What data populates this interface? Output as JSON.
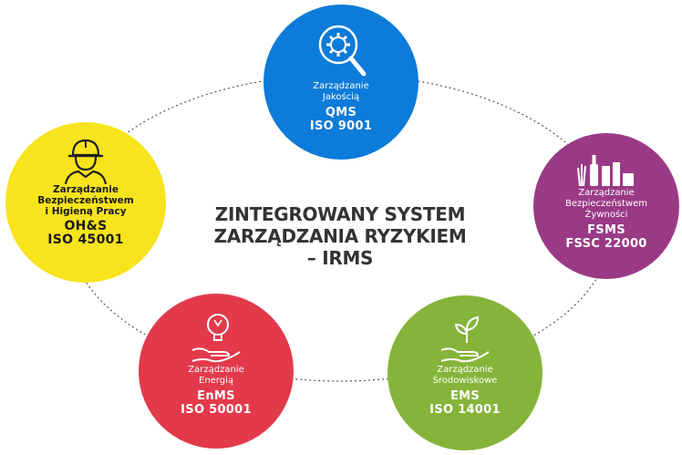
{
  "title_lines": [
    "ZINTEGROWANY SYSTEM",
    "ZARZĄDZANIA RYZYKIEM",
    "– IRMS"
  ],
  "nodes": [
    {
      "key": "qms",
      "label": "Zarządzanie\nJakością",
      "abbr": "QMS",
      "standard": "ISO 9001",
      "color": "#0c7bd9",
      "icon": "magnifier-gear-icon"
    },
    {
      "key": "ohs",
      "label": "Zarządzanie\nBezpieczeństwem\ni Higieną Pracy",
      "abbr": "OH&S",
      "standard": "ISO 45001",
      "color": "#f7e41c",
      "icon": "worker-helmet-icon"
    },
    {
      "key": "fsms",
      "label": "Zarządzanie\nBezpieczeństwem\nŻywności",
      "abbr": "FSMS",
      "standard": "FSSC 22000",
      "color": "#9a3a86",
      "icon": "food-products-icon"
    },
    {
      "key": "enms",
      "label": "Zarządzanie\nEnergią",
      "abbr": "EnMS",
      "standard": "ISO 50001",
      "color": "#e23a4b",
      "icon": "lightbulb-hand-icon"
    },
    {
      "key": "ems",
      "label": "Zarządzanie\nŚrodowiskowe",
      "abbr": "EMS",
      "standard": "ISO 14001",
      "color": "#86b43a",
      "icon": "sprout-hand-icon"
    }
  ]
}
